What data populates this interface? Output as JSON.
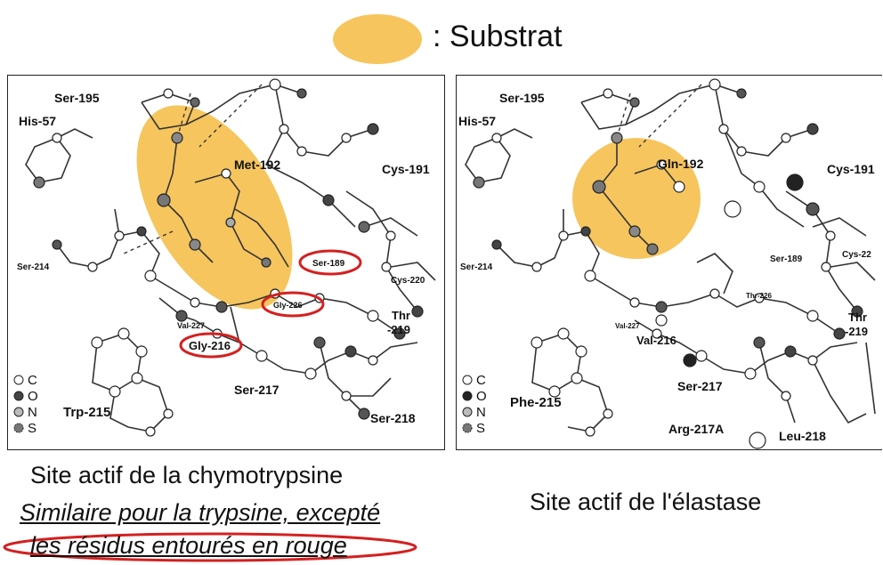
{
  "legend": {
    "label": ": Substrat",
    "substrate_color": "#f6c55e"
  },
  "atom_key": [
    "C",
    "O",
    "N",
    "S"
  ],
  "highlight_color": "#d42020",
  "left_panel": {
    "residues": {
      "ser195": "Ser-195",
      "his57": "His-57",
      "met192": "Met-192",
      "cys191": "Cys-191",
      "ser214": "Ser-214",
      "ser189": "Ser-189",
      "cys220": "Cys-220",
      "gly226": "Gly-226",
      "val227": "Val-227",
      "gly216": "Gly-216",
      "thr219a": "Thr",
      "thr219b": "-219",
      "ser217": "Ser-217",
      "trp215": "Trp-215",
      "ser218": "Ser-218"
    },
    "caption": "Site actif de la chymotrypsine",
    "note_line1": "Similaire pour la trypsine, excepté",
    "note_line2": "les résidus entourés en rouge"
  },
  "right_panel": {
    "residues": {
      "ser195": "Ser-195",
      "his57": "His-57",
      "gln192": "Gln-192",
      "cys191": "Cys-191",
      "ser214": "Ser-214",
      "ser189": "Ser-189",
      "cys220": "Cys-22",
      "thr226": "Thr-226",
      "val227": "Val-227",
      "val216": "Val-216",
      "thr219a": "Thr",
      "thr219b": "-219",
      "ser217": "Ser-217",
      "phe215": "Phe-215",
      "arg217a": "Arg-217A",
      "leu218": "Leu-218"
    },
    "caption": "Site actif de l'élastase"
  }
}
